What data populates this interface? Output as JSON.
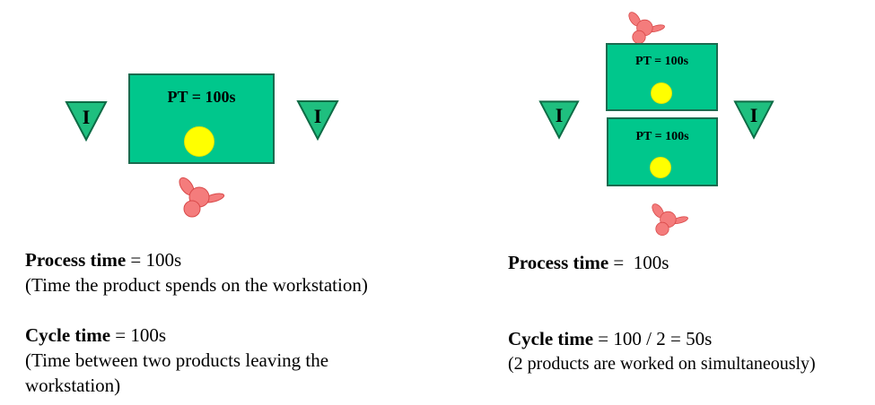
{
  "colors": {
    "station_fill": "#00c78c",
    "station_border": "#1b6b4f",
    "product": "#ffff00",
    "inventory_fill": "#1fbf7f",
    "inventory_border": "#0d6b45",
    "worker": "#f47c7c"
  },
  "left": {
    "inventory_in": "I",
    "inventory_out": "I",
    "station_label": "PT = 100s",
    "process_time_label": "Process time",
    "process_time_value": " = 100s",
    "process_time_note": "(Time the product spends on the workstation)",
    "cycle_time_label": "Cycle time",
    "cycle_time_value": " = 100s",
    "cycle_time_note_line1": "(Time between two products leaving the",
    "cycle_time_note_line2": "workstation)"
  },
  "right": {
    "inventory_in": "I",
    "inventory_out": "I",
    "station_top_label": "PT = 100s",
    "station_bottom_label": "PT = 100s",
    "process_time_label": "Process time",
    "process_time_value": " =  100s",
    "cycle_time_label": "Cycle time",
    "cycle_time_value": " = 100 / 2 = 50s",
    "cycle_time_note": "(2 products are worked on simultaneously)"
  }
}
